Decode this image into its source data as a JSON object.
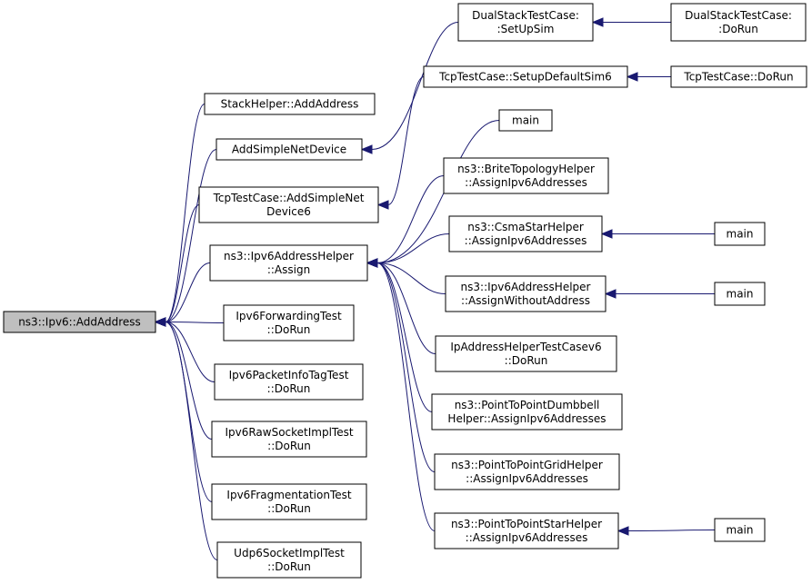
{
  "nodes": {
    "root": {
      "lines": [
        "ns3::Ipv6::AddAddress"
      ]
    },
    "stack_helper": {
      "lines": [
        "StackHelper::AddAddress"
      ]
    },
    "add_simple": {
      "lines": [
        "AddSimpleNetDevice"
      ]
    },
    "tcp_add_simple": {
      "lines": [
        "TcpTestCase::AddSimpleNet",
        "Device6"
      ]
    },
    "ipv6_assign": {
      "lines": [
        "ns3::Ipv6AddressHelper",
        "::Assign"
      ]
    },
    "ipv6_fwd": {
      "lines": [
        "Ipv6ForwardingTest",
        "::DoRun"
      ]
    },
    "ipv6_pkt": {
      "lines": [
        "Ipv6PacketInfoTagTest",
        "::DoRun"
      ]
    },
    "ipv6_raw": {
      "lines": [
        "Ipv6RawSocketImplTest",
        "::DoRun"
      ]
    },
    "ipv6_frag": {
      "lines": [
        "Ipv6FragmentationTest",
        "::DoRun"
      ]
    },
    "udp6": {
      "lines": [
        "Udp6SocketImplTest",
        "::DoRun"
      ]
    },
    "dual_setup": {
      "lines": [
        "DualStackTestCase:",
        ":SetUpSim"
      ]
    },
    "tcp_setup": {
      "lines": [
        "TcpTestCase::SetupDefaultSim6"
      ]
    },
    "main1": {
      "lines": [
        "main"
      ]
    },
    "brite": {
      "lines": [
        "ns3::BriteTopologyHelper",
        "::AssignIpv6Addresses"
      ]
    },
    "csma": {
      "lines": [
        "ns3::CsmaStarHelper",
        "::AssignIpv6Addresses"
      ]
    },
    "ipv6_without": {
      "lines": [
        "ns3::Ipv6AddressHelper",
        "::AssignWithoutAddress"
      ]
    },
    "ipaddr_test": {
      "lines": [
        "IpAddressHelperTestCasev6",
        "::DoRun"
      ]
    },
    "p2p_dumbbell": {
      "lines": [
        "ns3::PointToPointDumbbell",
        "Helper::AssignIpv6Addresses"
      ]
    },
    "p2p_grid": {
      "lines": [
        "ns3::PointToPointGridHelper",
        "::AssignIpv6Addresses"
      ]
    },
    "p2p_star": {
      "lines": [
        "ns3::PointToPointStarHelper",
        "::AssignIpv6Addresses"
      ]
    },
    "dual_dorun": {
      "lines": [
        "DualStackTestCase:",
        ":DoRun"
      ]
    },
    "tcp_dorun": {
      "lines": [
        "TcpTestCase::DoRun"
      ]
    },
    "main_csma": {
      "lines": [
        "main"
      ]
    },
    "main_without": {
      "lines": [
        "main"
      ]
    },
    "main_star": {
      "lines": [
        "main"
      ]
    }
  },
  "edges": [
    [
      "stack_helper",
      "root"
    ],
    [
      "add_simple",
      "root"
    ],
    [
      "tcp_add_simple",
      "root"
    ],
    [
      "ipv6_assign",
      "root"
    ],
    [
      "ipv6_fwd",
      "root"
    ],
    [
      "ipv6_pkt",
      "root"
    ],
    [
      "ipv6_raw",
      "root"
    ],
    [
      "ipv6_frag",
      "root"
    ],
    [
      "udp6",
      "root"
    ],
    [
      "dual_setup",
      "add_simple"
    ],
    [
      "tcp_setup",
      "tcp_add_simple"
    ],
    [
      "main1",
      "ipv6_assign"
    ],
    [
      "brite",
      "ipv6_assign"
    ],
    [
      "csma",
      "ipv6_assign"
    ],
    [
      "ipv6_without",
      "ipv6_assign"
    ],
    [
      "ipaddr_test",
      "ipv6_assign"
    ],
    [
      "p2p_dumbbell",
      "ipv6_assign"
    ],
    [
      "p2p_grid",
      "ipv6_assign"
    ],
    [
      "p2p_star",
      "ipv6_assign"
    ],
    [
      "dual_dorun",
      "dual_setup"
    ],
    [
      "tcp_dorun",
      "tcp_setup"
    ],
    [
      "main_csma",
      "csma"
    ],
    [
      "main_without",
      "ipv6_without"
    ],
    [
      "main_star",
      "p2p_star"
    ]
  ]
}
